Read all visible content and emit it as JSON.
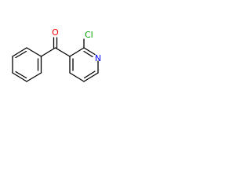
{
  "molecule": {
    "atoms": {
      "oxygen": {
        "label": "O",
        "color": "#ff0000"
      },
      "chlorine": {
        "label": "Cl",
        "color": "#00a000"
      },
      "nitrogen": {
        "label": "N",
        "color": "#0000ff"
      }
    },
    "bond_color": "#000000"
  }
}
